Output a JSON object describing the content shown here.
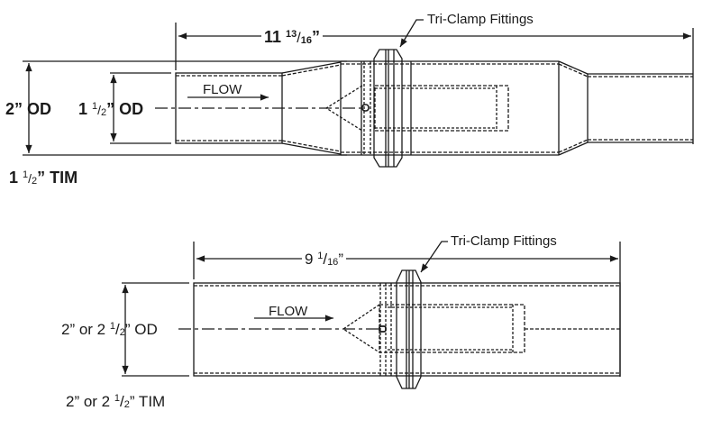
{
  "diagram_1": {
    "name": "1 1/2\" TIM",
    "overall_length": {
      "whole": "11",
      "num": "13",
      "den": "16",
      "unit": "”"
    },
    "outer_dim": "2” OD",
    "inner_dim": {
      "whole": "1",
      "num": "1",
      "den": "2",
      "suffix": "” OD"
    },
    "flow_label": "FLOW",
    "fitting_label": "Tri-Clamp Fittings",
    "title": {
      "whole": "1",
      "num": "1",
      "den": "2",
      "suffix": "” TIM"
    }
  },
  "diagram_2": {
    "overall_length": {
      "whole": "9",
      "num": "1",
      "den": "16",
      "unit": "”"
    },
    "od_dim": {
      "prefix": "2” or 2",
      "num": "1",
      "den": "2",
      "suffix": "” OD"
    },
    "flow_label": "FLOW",
    "fitting_label": "Tri-Clamp Fittings",
    "title": {
      "prefix": "2” or 2",
      "num": "1",
      "den": "2",
      "suffix": "” TIM"
    }
  },
  "colors": {
    "ink": "#1a1a1a",
    "background": "#ffffff"
  }
}
